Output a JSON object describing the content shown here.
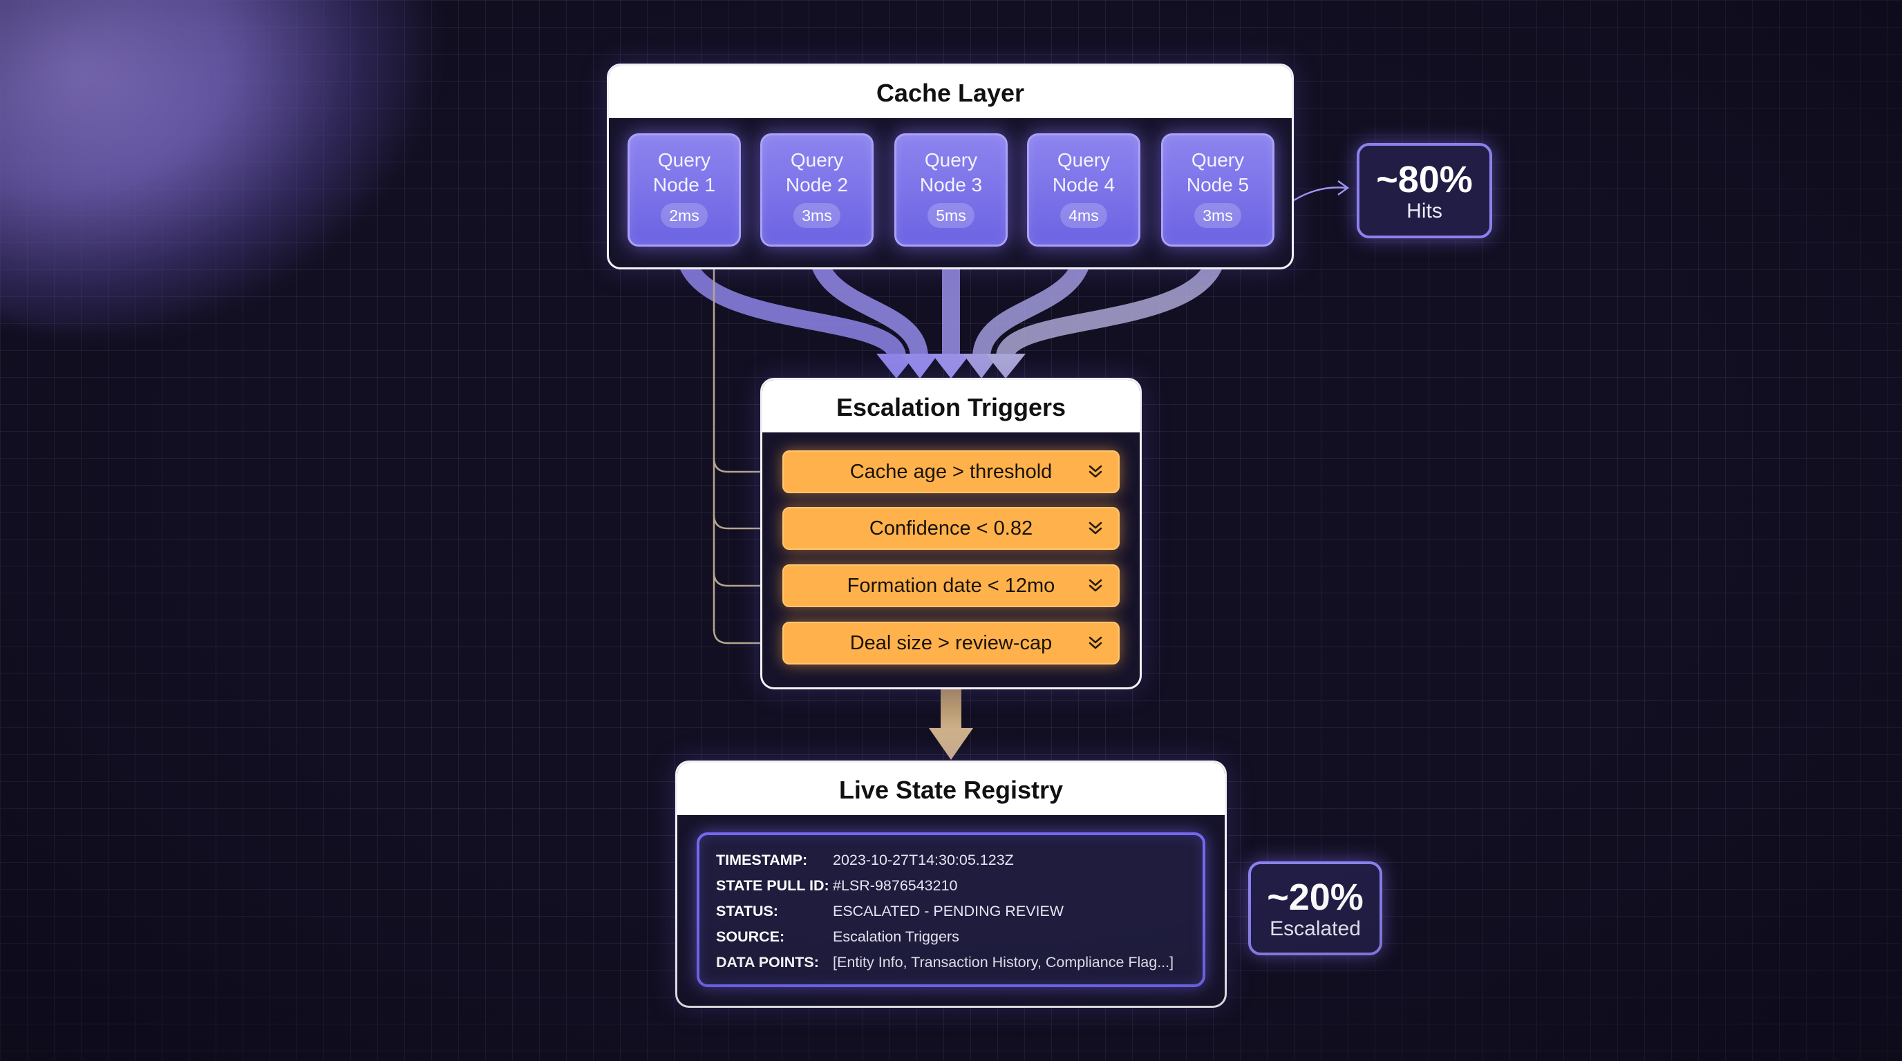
{
  "cache_layer": {
    "title": "Cache Layer",
    "nodes": [
      {
        "name": "Query Node 1",
        "latency": "2ms"
      },
      {
        "name": "Query Node 2",
        "latency": "3ms"
      },
      {
        "name": "Query Node 3",
        "latency": "5ms"
      },
      {
        "name": "Query Node 4",
        "latency": "4ms"
      },
      {
        "name": "Query Node 5",
        "latency": "3ms"
      }
    ]
  },
  "hits_stat": {
    "value": "~80%",
    "label": "Hits"
  },
  "escalation_triggers": {
    "title": "Escalation Triggers",
    "items": [
      {
        "label": "Cache age > threshold"
      },
      {
        "label": "Confidence < 0.82"
      },
      {
        "label": "Formation date < 12mo"
      },
      {
        "label": "Deal size > review-cap"
      }
    ]
  },
  "registry": {
    "title": "Live State Registry",
    "rows": [
      {
        "label": "TIMESTAMP:",
        "value": "2023-10-27T14:30:05.123Z"
      },
      {
        "label": "STATE PULL ID:",
        "value": "#LSR-9876543210"
      },
      {
        "label": "STATUS:",
        "value": "ESCALATED - PENDING REVIEW"
      },
      {
        "label": "SOURCE:",
        "value": "Escalation Triggers"
      },
      {
        "label": "DATA POINTS:",
        "value": "[Entity Info, Transaction History, Compliance Flag...]"
      }
    ]
  },
  "escalated_stat": {
    "value": "~20%",
    "label": "Escalated"
  },
  "colors": {
    "background": "#120f22",
    "node_fill": "#7b72ea",
    "trigger_fill": "#ffb24c",
    "accent_border": "#8b82ec"
  },
  "icons": {
    "trigger_icon": "double-chevron-down-icon"
  }
}
